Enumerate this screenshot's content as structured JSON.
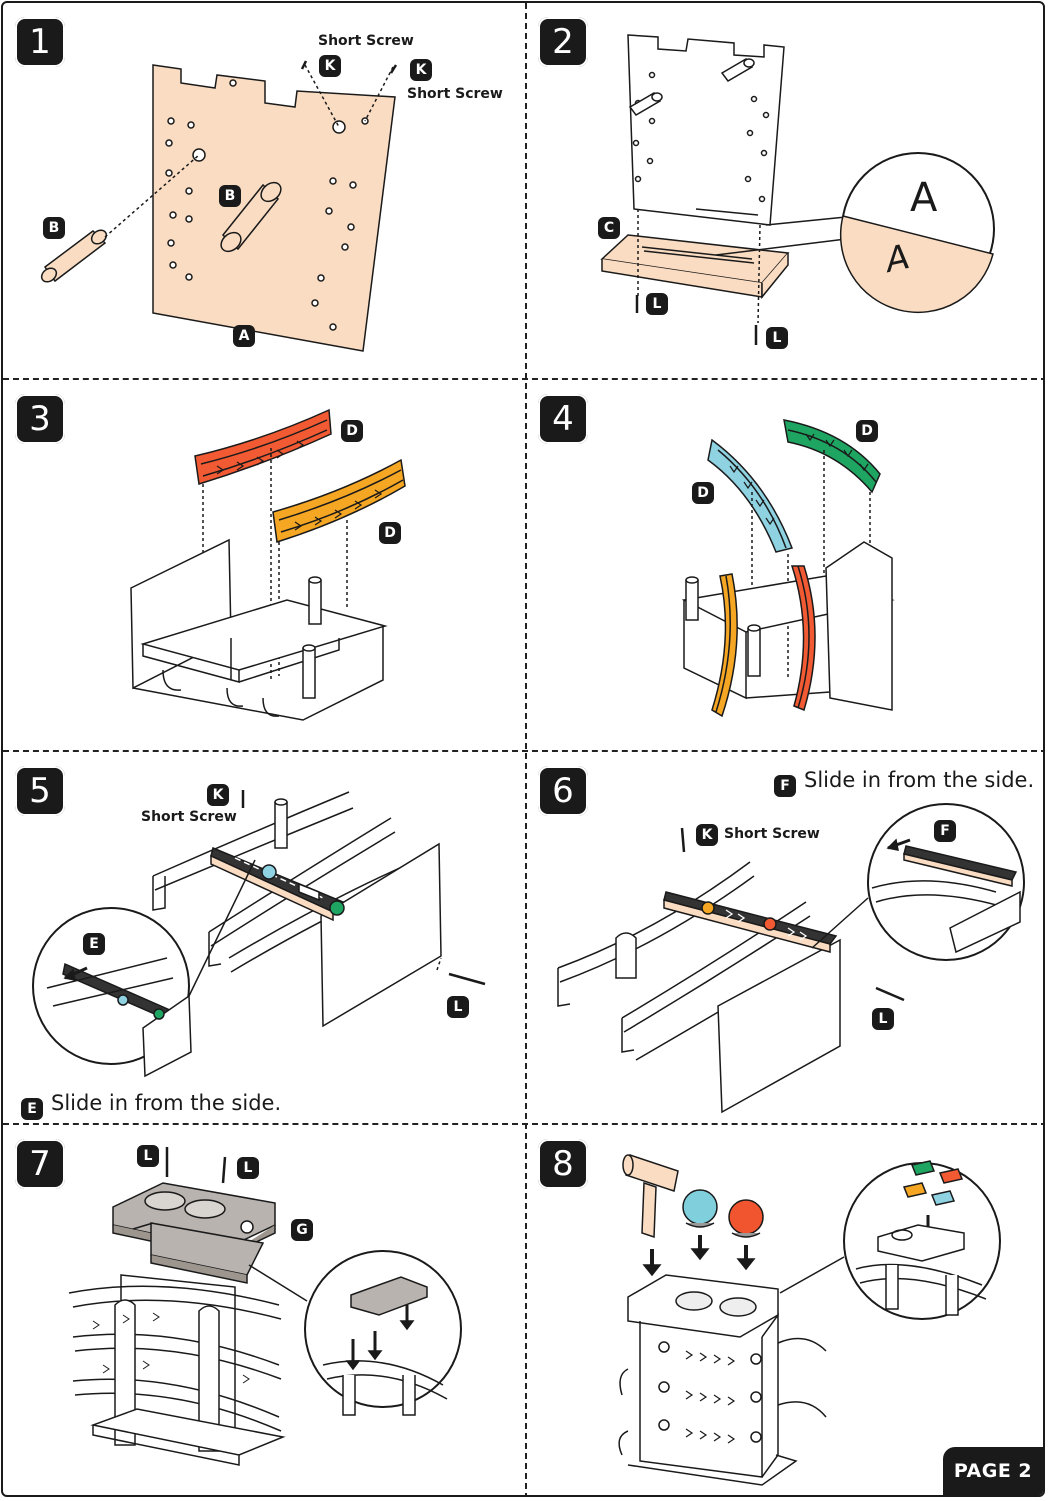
{
  "page": {
    "label": "PAGE 2"
  },
  "steps": [
    {
      "number": "1",
      "labels": {
        "short_screw_1": "Short Screw",
        "short_screw_2": "Short Screw"
      },
      "tags": {
        "k1": "K",
        "k2": "K",
        "b1": "B",
        "b2": "B",
        "a": "A"
      }
    },
    {
      "number": "2",
      "tags": {
        "c": "C",
        "l1": "L",
        "l2": "L"
      },
      "zoom": {
        "upper": "A",
        "lower": "A"
      }
    },
    {
      "number": "3",
      "tags": {
        "d1": "D",
        "d2": "D"
      }
    },
    {
      "number": "4",
      "tags": {
        "d1": "D",
        "d2": "D"
      }
    },
    {
      "number": "5",
      "labels": {
        "short_screw": "Short Screw",
        "note": "Slide in from the side."
      },
      "tags": {
        "k": "K",
        "e": "E",
        "l": "L",
        "note": "E"
      }
    },
    {
      "number": "6",
      "labels": {
        "short_screw": "Short Screw",
        "note": "Slide in from the side."
      },
      "tags": {
        "k": "K",
        "f": "F",
        "l": "L",
        "note": "F"
      }
    },
    {
      "number": "7",
      "tags": {
        "l1": "L",
        "l2": "L",
        "g": "G"
      }
    },
    {
      "number": "8"
    }
  ],
  "colors": {
    "wood": "#f9dcc2",
    "outline": "#1a1a1a",
    "red_track": "#f15a33",
    "orange_track": "#f5a623",
    "blue_track": "#8fd3e3",
    "green_track": "#1fa562",
    "gray_part": "#b8b3ae",
    "ball_blue": "#7fd0dc",
    "ball_red": "#f0552f"
  }
}
